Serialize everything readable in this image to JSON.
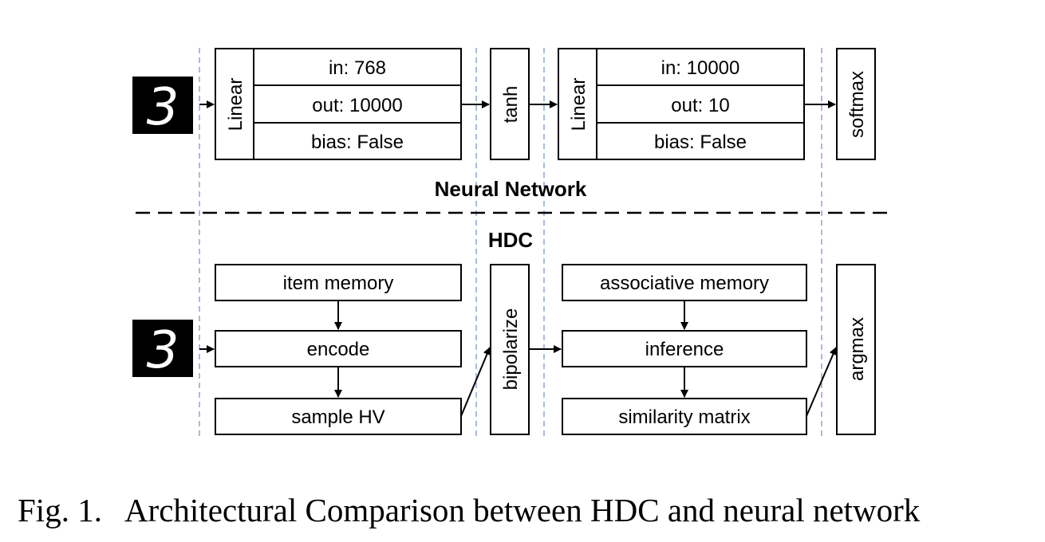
{
  "input_digit": "3",
  "neural_network": {
    "section_label": "Neural Network",
    "linear1": {
      "name": "Linear",
      "params": [
        "in: 768",
        "out: 10000",
        "bias: False"
      ]
    },
    "activation": "tanh",
    "linear2": {
      "name": "Linear",
      "params": [
        "in: 10000",
        "out: 10",
        "bias: False"
      ]
    },
    "output": "softmax"
  },
  "hdc": {
    "section_label": "HDC",
    "item_memory": "item memory",
    "encode": "encode",
    "sample_hv": "sample HV",
    "bipolarize": "bipolarize",
    "associative_memory": "associative memory",
    "inference": "inference",
    "similarity_matrix": "similarity matrix",
    "output": "argmax"
  },
  "caption": {
    "fig_label": "Fig. 1.",
    "text": "Architectural Comparison between HDC and neural network"
  }
}
